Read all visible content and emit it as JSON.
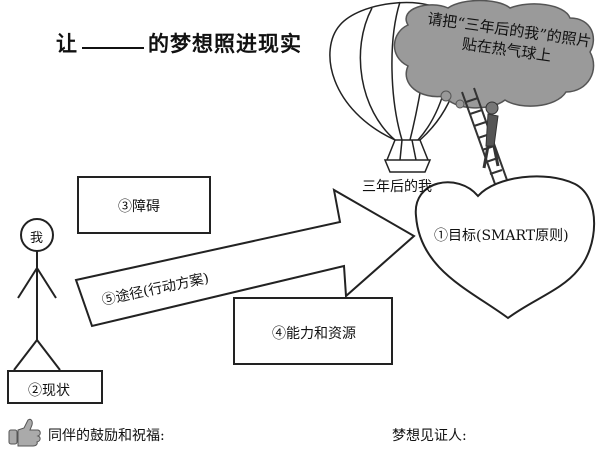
{
  "title": {
    "before": "让",
    "after": "的梦想照进现实"
  },
  "cloud": {
    "text": "请把“三年后的我”的照片贴在热气球上"
  },
  "balloon_caption": "三年后的我",
  "person": {
    "head_label": "我"
  },
  "boxes": {
    "obstacles": "③障碍",
    "current": "②现状",
    "ability": "④能力和资源"
  },
  "arrow": {
    "label": "⑤途径(行动方案)"
  },
  "heart": {
    "label": "①目标(SMART原则)"
  },
  "footer": {
    "partner": "同伴的鼓励和祝福:",
    "witness": "梦想见证人:"
  },
  "icons": [
    "thumbs-up-icon",
    "hot-air-balloon",
    "cloud",
    "ladder",
    "stick-figure",
    "heart"
  ]
}
